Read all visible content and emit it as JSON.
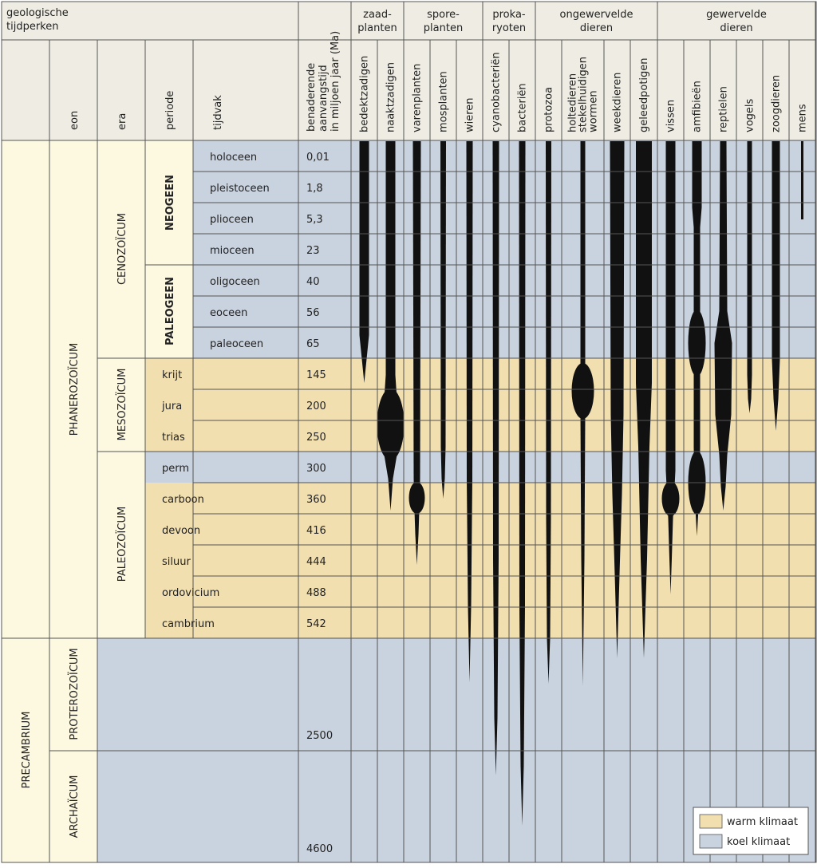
{
  "header": {
    "corner_title_line1": "geologische",
    "corner_title_line2": "tijdperken",
    "col_eon": "eon",
    "col_era": "era",
    "col_period": "periode",
    "col_epoch": "tijdvak",
    "col_age_line1": "benaderende",
    "col_age_line2": "aanvangstijd",
    "col_age_line3": "in miljoen jaar (Ma)"
  },
  "groups": [
    {
      "id": "zaad",
      "line1": "zaad-",
      "line2": "planten"
    },
    {
      "id": "spore",
      "line1": "spore-",
      "line2": "planten"
    },
    {
      "id": "proka",
      "line1": "proka-",
      "line2": "ryoten"
    },
    {
      "id": "ongew",
      "line1": "ongewervelde",
      "line2": "dieren"
    },
    {
      "id": "gew",
      "line1": "gewervelde",
      "line2": "dieren"
    }
  ],
  "organisms": [
    {
      "id": "bedektzadigen",
      "lines": [
        "bedektzadigen"
      ]
    },
    {
      "id": "naaktzadigen",
      "lines": [
        "naaktzadigen"
      ]
    },
    {
      "id": "varenplanten",
      "lines": [
        "varenplanten"
      ]
    },
    {
      "id": "mosplanten",
      "lines": [
        "mosplanten"
      ]
    },
    {
      "id": "wieren",
      "lines": [
        "wieren"
      ]
    },
    {
      "id": "cyanobacterien",
      "lines": [
        "cyanobacteriën"
      ]
    },
    {
      "id": "bacterien",
      "lines": [
        "bacteriën"
      ]
    },
    {
      "id": "protozoa",
      "lines": [
        "protozoa"
      ]
    },
    {
      "id": "holtedieren",
      "lines": [
        "holtedieren",
        "stekelhuidigen",
        "wormen"
      ]
    },
    {
      "id": "weekdieren",
      "lines": [
        "weekdieren"
      ]
    },
    {
      "id": "geleedpotigen",
      "lines": [
        "geleedpotigen"
      ]
    },
    {
      "id": "vissen",
      "lines": [
        "vissen"
      ]
    },
    {
      "id": "amfibieen",
      "lines": [
        "amfibieën"
      ]
    },
    {
      "id": "reptielen",
      "lines": [
        "reptielen"
      ]
    },
    {
      "id": "vogels",
      "lines": [
        "vogels"
      ]
    },
    {
      "id": "zoogdieren",
      "lines": [
        "zoogdieren"
      ]
    },
    {
      "id": "mens",
      "lines": [
        "mens"
      ]
    }
  ],
  "eons": [
    {
      "id": "phanerozoicum",
      "label": "PHANEROZOÏCUM"
    },
    {
      "id": "precambrium",
      "label": "PRECAMBRIUM"
    }
  ],
  "eras": [
    {
      "id": "cenozoicum",
      "label": "CENOZOÏCUM"
    },
    {
      "id": "mesozoicum",
      "label": "MESOZOÏCUM"
    },
    {
      "id": "paleozoicum",
      "label": "PALEOZOÏCUM"
    },
    {
      "id": "proterozoicum",
      "label": "PROTEROZOÏCUM",
      "age": "2500"
    },
    {
      "id": "archaicum",
      "label": "ARCHAÏCUM",
      "age": "4600"
    }
  ],
  "periods": [
    {
      "id": "neogeen",
      "label": "NEOGEEN"
    },
    {
      "id": "paleogeen",
      "label": "PALEOGEEN"
    }
  ],
  "rows": [
    {
      "epoch": "holoceen",
      "age": "0,01",
      "climate": "koel"
    },
    {
      "epoch": "pleistoceen",
      "age": "1,8",
      "climate": "koel"
    },
    {
      "epoch": "plioceen",
      "age": "5,3",
      "climate": "koel"
    },
    {
      "epoch": "mioceen",
      "age": "23",
      "climate": "koel"
    },
    {
      "epoch": "oligoceen",
      "age": "40",
      "climate": "koel"
    },
    {
      "epoch": "eoceen",
      "age": "56",
      "climate": "koel"
    },
    {
      "epoch": "paleoceen",
      "age": "65",
      "climate": "koel"
    },
    {
      "epoch": "krijt",
      "age": "145",
      "climate": "warm"
    },
    {
      "epoch": "jura",
      "age": "200",
      "climate": "warm"
    },
    {
      "epoch": "trias",
      "age": "250",
      "climate": "warm"
    },
    {
      "epoch": "perm",
      "age": "300",
      "climate": "koel"
    },
    {
      "epoch": "carboon",
      "age": "360",
      "climate": "warm"
    },
    {
      "epoch": "devoon",
      "age": "416",
      "climate": "warm"
    },
    {
      "epoch": "siluur",
      "age": "444",
      "climate": "warm"
    },
    {
      "epoch": "ordovicium",
      "age": "488",
      "climate": "warm"
    },
    {
      "epoch": "cambrium",
      "age": "542",
      "climate": "warm"
    }
  ],
  "legend": {
    "warm": "warm klimaat",
    "koel": "koel klimaat"
  },
  "colors": {
    "warm": "#f2dfb0",
    "koel": "#c9d3df",
    "header": "#efede3",
    "pale_yellow": "#fdf8e0",
    "grid": "#555555",
    "spindle": "#111111"
  }
}
